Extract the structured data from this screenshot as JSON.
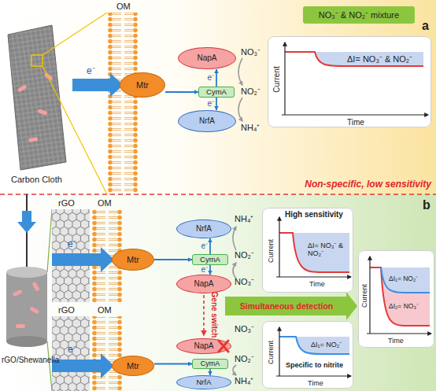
{
  "diagram": {
    "nodes": [
      {
        "text": [
          "NO₃⁻ & NO₂⁻ mixture"
        ]
      },
      {
        "text": [
          "ΔI= NO₃⁻ & NO₂⁻",
          "Current",
          "Time"
        ]
      },
      {
        "text": [
          "Mtr"
        ]
      },
      {
        "text": [
          "NapA"
        ]
      },
      {
        "text": [
          "CymA"
        ]
      },
      {
        "text": [
          "NrfA"
        ]
      },
      {
        "text": [
          "Mtr"
        ]
      },
      {
        "text": [
          "NrfA"
        ]
      },
      {
        "text": [
          "CymA"
        ]
      },
      {
        "text": [
          "NapA"
        ]
      },
      {
        "text": [
          "High sensitivity",
          "ΔI= NO₃⁻ & NO₂⁻",
          "Current",
          "Time"
        ]
      },
      {
        "text": [
          "ΔI₁= NO₂⁻",
          "ΔI₂= NO₃⁻",
          "Current",
          "Time"
        ]
      },
      {
        "text": [
          "NapA"
        ]
      },
      {
        "text": [
          "Mtr"
        ]
      },
      {
        "text": [
          "CymA"
        ]
      },
      {
        "text": [
          "NrfA"
        ]
      },
      {
        "text": [
          "ΔI₁= NO₂⁻",
          "Specific to nitrite",
          "Current",
          "Time"
        ]
      },
      {
        "text": [
          "Simultaneous detection"
        ]
      }
    ],
    "edges": [
      {
        "from": 2,
        "to": 4,
        "arrow": "to"
      },
      {
        "from": 4,
        "to": 3,
        "label": "e⁻",
        "arrow": "to"
      },
      {
        "from": 4,
        "to": 5,
        "label": "e⁻",
        "arrow": "to"
      },
      {
        "from": 6,
        "to": 8,
        "arrow": "to"
      },
      {
        "from": 8,
        "to": 7,
        "label": "e⁻",
        "arrow": "to"
      },
      {
        "from": 8,
        "to": 9,
        "label": "e⁻",
        "arrow": "to"
      },
      {
        "from": 13,
        "to": 14,
        "arrow": "to"
      },
      {
        "from": 14,
        "to": 15,
        "arrow": "to"
      }
    ],
    "labels": [
      "a",
      "OM",
      "e⁻",
      "NO₃⁻",
      "NO₂⁻",
      "NH₄⁺",
      "Carbon Cloth",
      "Non-specific, low sensitivity",
      "b",
      "rGO",
      "OM",
      "e⁻",
      "NH₄⁺",
      "NO₂⁻",
      "NO₃⁻",
      "Gene switch",
      "rGO/Shewanella",
      "rGO",
      "OM",
      "e⁻",
      "NO₃⁻",
      "NO₂⁻",
      "NH₄⁺"
    ]
  }
}
